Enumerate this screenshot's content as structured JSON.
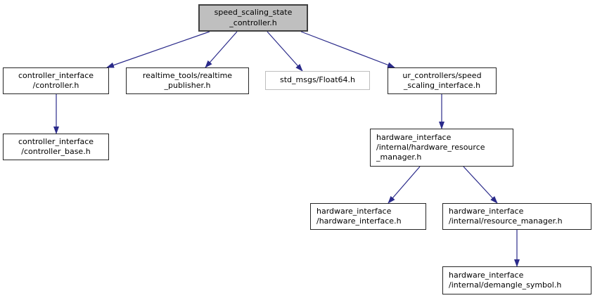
{
  "diagram": {
    "type": "include-dependency-graph",
    "root_file": "speed_scaling_state_controller.h",
    "colors": {
      "edge": "#2a2a8a",
      "node_border": "#262626",
      "node_fill": "#ffffff",
      "root_fill": "#bfbfbf",
      "root_border": "#404040",
      "external_border": "#bebebe",
      "text": "#000000",
      "background": "#ffffff"
    },
    "nodes": [
      {
        "id": "speed_scaling_state_controller",
        "label": "speed_scaling_state\n_controller.h",
        "kind": "root"
      },
      {
        "id": "controller_interface_controller",
        "label": "controller_interface\n/controller.h",
        "kind": "linked"
      },
      {
        "id": "realtime_tools_realtime_publisher",
        "label": "realtime_tools/realtime\n_publisher.h",
        "kind": "linked"
      },
      {
        "id": "std_msgs_float64",
        "label": "std_msgs/Float64.h",
        "kind": "external"
      },
      {
        "id": "ur_controllers_speed_scaling_interface",
        "label": "ur_controllers/speed\n_scaling_interface.h",
        "kind": "linked"
      },
      {
        "id": "controller_interface_controller_base",
        "label": "controller_interface\n/controller_base.h",
        "kind": "linked"
      },
      {
        "id": "hardware_interface_internal_hardware_resource_manager",
        "label": "hardware_interface\n/internal/hardware_resource\n_manager.h",
        "kind": "linked"
      },
      {
        "id": "hardware_interface_hardware_interface",
        "label": "hardware_interface\n/hardware_interface.h",
        "kind": "linked"
      },
      {
        "id": "hardware_interface_internal_resource_manager",
        "label": "hardware_interface\n/internal/resource_manager.h",
        "kind": "linked"
      },
      {
        "id": "hardware_interface_internal_demangle_symbol",
        "label": "hardware_interface\n/internal/demangle_symbol.h",
        "kind": "linked"
      }
    ],
    "edges": [
      {
        "from": "speed_scaling_state_controller",
        "to": "controller_interface_controller"
      },
      {
        "from": "speed_scaling_state_controller",
        "to": "realtime_tools_realtime_publisher"
      },
      {
        "from": "speed_scaling_state_controller",
        "to": "std_msgs_float64"
      },
      {
        "from": "speed_scaling_state_controller",
        "to": "ur_controllers_speed_scaling_interface"
      },
      {
        "from": "controller_interface_controller",
        "to": "controller_interface_controller_base"
      },
      {
        "from": "ur_controllers_speed_scaling_interface",
        "to": "hardware_interface_internal_hardware_resource_manager"
      },
      {
        "from": "hardware_interface_internal_hardware_resource_manager",
        "to": "hardware_interface_hardware_interface"
      },
      {
        "from": "hardware_interface_internal_hardware_resource_manager",
        "to": "hardware_interface_internal_resource_manager"
      },
      {
        "from": "hardware_interface_internal_resource_manager",
        "to": "hardware_interface_internal_demangle_symbol"
      }
    ]
  }
}
